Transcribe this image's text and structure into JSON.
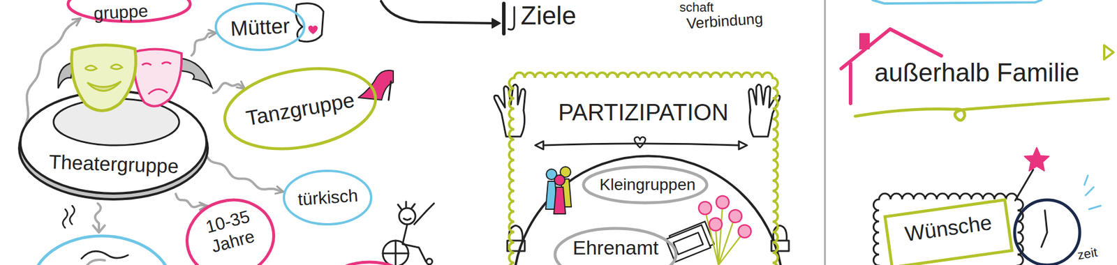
{
  "diagram": {
    "nodes": [
      {
        "text": [
          "gruppe"
        ]
      },
      {
        "text": [
          "Mütter"
        ]
      },
      {
        "text": [
          "Theatergruppe"
        ]
      },
      {
        "text": [
          "Tanzgruppe"
        ]
      },
      {
        "text": [
          "türkisch"
        ]
      },
      {
        "text": [
          "10-35 Jahre"
        ]
      },
      {
        "text": [
          "PARTIZIPATION"
        ]
      },
      {
        "text": [
          "Kleingruppen"
        ],
        "in": 6
      },
      {
        "text": [
          "Ehrenamt"
        ],
        "in": 6
      },
      {
        "text": [
          "Wünsche"
        ]
      }
    ],
    "edges": [
      {
        "from": 2,
        "to": 0,
        "arrow": "to"
      },
      {
        "from": 2,
        "to": 1,
        "arrow": "to"
      },
      {
        "from": 2,
        "to": 3,
        "arrow": "to"
      },
      {
        "from": 2,
        "to": 4,
        "arrow": "to"
      },
      {
        "from": 2,
        "to": 5,
        "arrow": "to"
      }
    ],
    "labels": [
      "Ziele",
      "schaft",
      "Verbindung",
      "außerhalb Familie",
      "zeit"
    ]
  }
}
